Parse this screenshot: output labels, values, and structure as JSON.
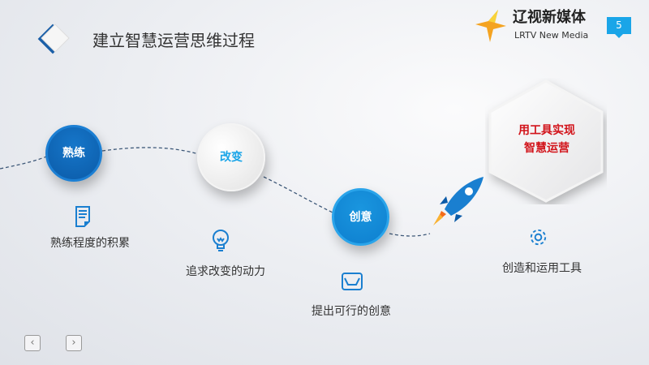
{
  "header": {
    "title": "建立智慧运营思维过程",
    "brand_cn": "辽视新媒体",
    "brand_en": "LRTV New Media",
    "page_number": "5"
  },
  "steps": [
    {
      "circle": "熟练",
      "label": "熟练程度的积累",
      "icon": "document-icon"
    },
    {
      "circle": "改变",
      "label": "追求改变的动力",
      "icon": "lightbulb-icon"
    },
    {
      "circle": "创意",
      "label": "提出可行的创意",
      "icon": "inbox-tray-icon"
    }
  ],
  "goal": {
    "line1": "用工具实现",
    "line2": "智慧运营",
    "label": "创造和运用工具",
    "icon": "gear-icon"
  },
  "nav": {
    "prev": "‹",
    "next": "›"
  },
  "colors": {
    "accent": "#1aa5e8",
    "dark_blue": "#0b5ba8",
    "red": "#d2141b"
  }
}
